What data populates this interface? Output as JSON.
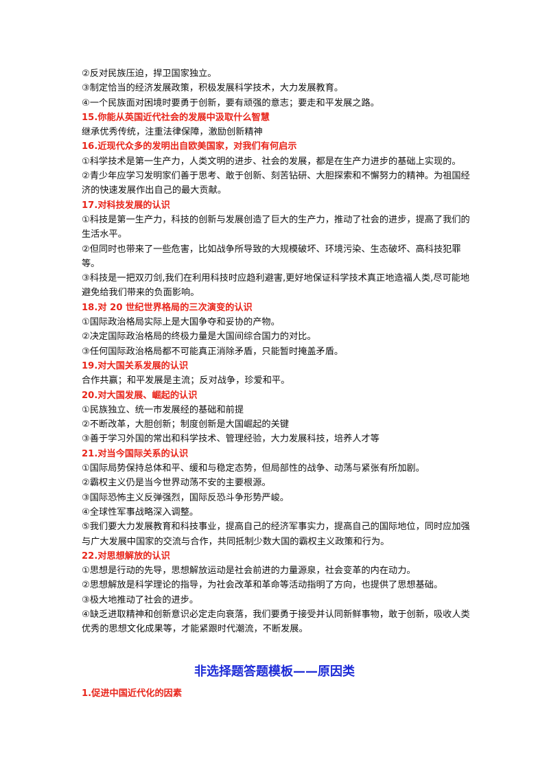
{
  "lines": [
    {
      "type": "text",
      "text": "②反对民族压迫，捍卫国家独立。"
    },
    {
      "type": "text",
      "text": "③制定恰当的经济发展政策，积极发展科学技术，大力发展教育。"
    },
    {
      "type": "text",
      "text": "④一个民族面对困境时要勇于创新，要有顽强的意志；要走和平发展之路。"
    },
    {
      "type": "heading",
      "text": "15.你能从英国近代社会的发展中汲取什么智慧"
    },
    {
      "type": "text",
      "text": "继承优秀传统，注重法律保障，激励创新精神"
    },
    {
      "type": "heading",
      "text": "16.近现代众多的发明出自欧美国家，对我们有何启示"
    },
    {
      "type": "wrap",
      "text": "①科学技术是第一生产力，人类文明的进步、社会的发展，都是在生产力进步的基础上实现的。"
    },
    {
      "type": "wrap",
      "text": "②青少年应学习发明家们善于思考、敢于创新、刻苦钻研、大胆探索和不懈努力的精神。为祖国经济的快速发展作出自己的最大贡献。"
    },
    {
      "type": "heading",
      "text": "17.对科技发展的认识"
    },
    {
      "type": "wrap",
      "text": "①科技是第一生产力，科技的创新与发展创造了巨大的生产力，推动了社会的进步，提高了我们的生活水平。"
    },
    {
      "type": "wrap",
      "text": "②但同时也带来了一些危害，比如战争所导致的大规模破坏、环境污染、生态破坏、高科技犯罪  等。"
    },
    {
      "type": "wrap",
      "text": "③科技是一把双刃剑,我们在利用科技时应趋利避害,更好地保证科学技术真正地造福人类,尽可能地避免给我们带来的负面影响。"
    },
    {
      "type": "heading",
      "text": "18.对 20 世纪世界格局的三次演变的认识"
    },
    {
      "type": "text",
      "text": "①国际政治格局实际上是大国争夺和妥协的产物。"
    },
    {
      "type": "text",
      "text": "②决定国际政治格局的终极力量是大国间综合国力的对比。"
    },
    {
      "type": "text",
      "text": "③任何国际政治格局都不可能真正消除矛盾，只能暂时掩盖矛盾。"
    },
    {
      "type": "heading",
      "text": "19.对大国关系发展的认识"
    },
    {
      "type": "text",
      "text": "合作共赢；和平发展是主流；反对战争，珍爱和平。"
    },
    {
      "type": "heading",
      "text": "20.对大国发展、崛起的认识"
    },
    {
      "type": "text",
      "text": "①民族独立、统一市发展经的基础和前提"
    },
    {
      "type": "text",
      "text": "②不断改革，大胆创新；制度创新是大国崛起的关键"
    },
    {
      "type": "text",
      "text": "③善于学习外国的常出和科学技术、管理经验，大力发展科技，培养人才等"
    },
    {
      "type": "heading",
      "text": "21.对当今国际关系的认识"
    },
    {
      "type": "text",
      "text": "①国际局势保持总体和平、缓和与稳定态势，但局部性的战争、动荡与紧张有所加剧。"
    },
    {
      "type": "text",
      "text": "②霸权主义仍是当今世界动荡不安的主要根源。"
    },
    {
      "type": "text",
      "text": "③国际恐怖主义反弹强烈，国际反恐斗争形势严峻。"
    },
    {
      "type": "text",
      "text": "④全球性军事战略深入调整。"
    },
    {
      "type": "wrap",
      "text": "⑤我们要大力发展教育和科技事业，提高自己的经济军事实力，提高自己的国际地位，同时应加强与广大发展中国家的交流与合作，共同抵制少数大国的霸权主义政策和行为。"
    },
    {
      "type": "heading",
      "text": "22.对思想解放的认识"
    },
    {
      "type": "text",
      "text": "①思想是行动的先导，思想解放运动是社会前进的力量源泉，社会变革的内在动力。"
    },
    {
      "type": "text",
      "text": "②思想解放是科学理论的指导，为社会改革和革命等活动指明了方向，也提供了思想基础。"
    },
    {
      "type": "text",
      "text": "③极大地推动了社会的进步。"
    },
    {
      "type": "wrap",
      "text": "④缺乏进取精神和创新意识必定走向衰落，我们要勇于接受并认同新鲜事物，敢于创新，吸收人类优秀的思想文化成果等，才能紧跟时代潮流，不断发展。"
    }
  ],
  "section_title": "非选择题答题模板——原因类",
  "last_heading": "1.促进中国近代化的因素",
  "colors": {
    "heading": "#e8251b",
    "section_title": "#1d2bd6",
    "text": "#111111"
  }
}
